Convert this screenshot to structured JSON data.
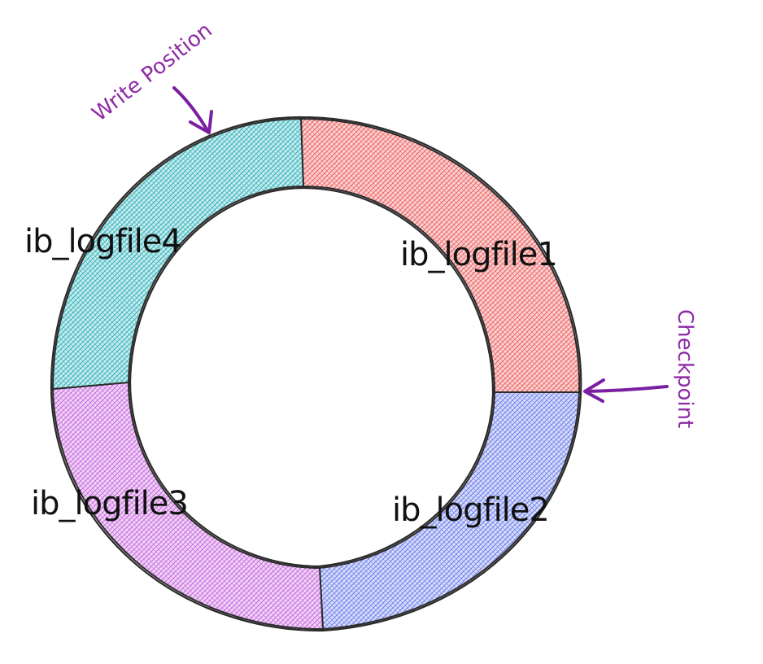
{
  "segments": [
    {
      "id": "ib_logfile1",
      "label": "ib_logfile1",
      "color": "#f36b6b"
    },
    {
      "id": "ib_logfile2",
      "label": "ib_logfile2",
      "color": "#7f8ff0"
    },
    {
      "id": "ib_logfile3",
      "label": "ib_logfile3",
      "color": "#d37ce6"
    },
    {
      "id": "ib_logfile4",
      "label": "ib_logfile4",
      "color": "#3cbcc4"
    }
  ],
  "annotations": {
    "write_position": {
      "label": "Write Position",
      "color": "#8e2aa6"
    },
    "checkpoint": {
      "label": "Checkpoint",
      "color": "#8e2aa6"
    }
  }
}
